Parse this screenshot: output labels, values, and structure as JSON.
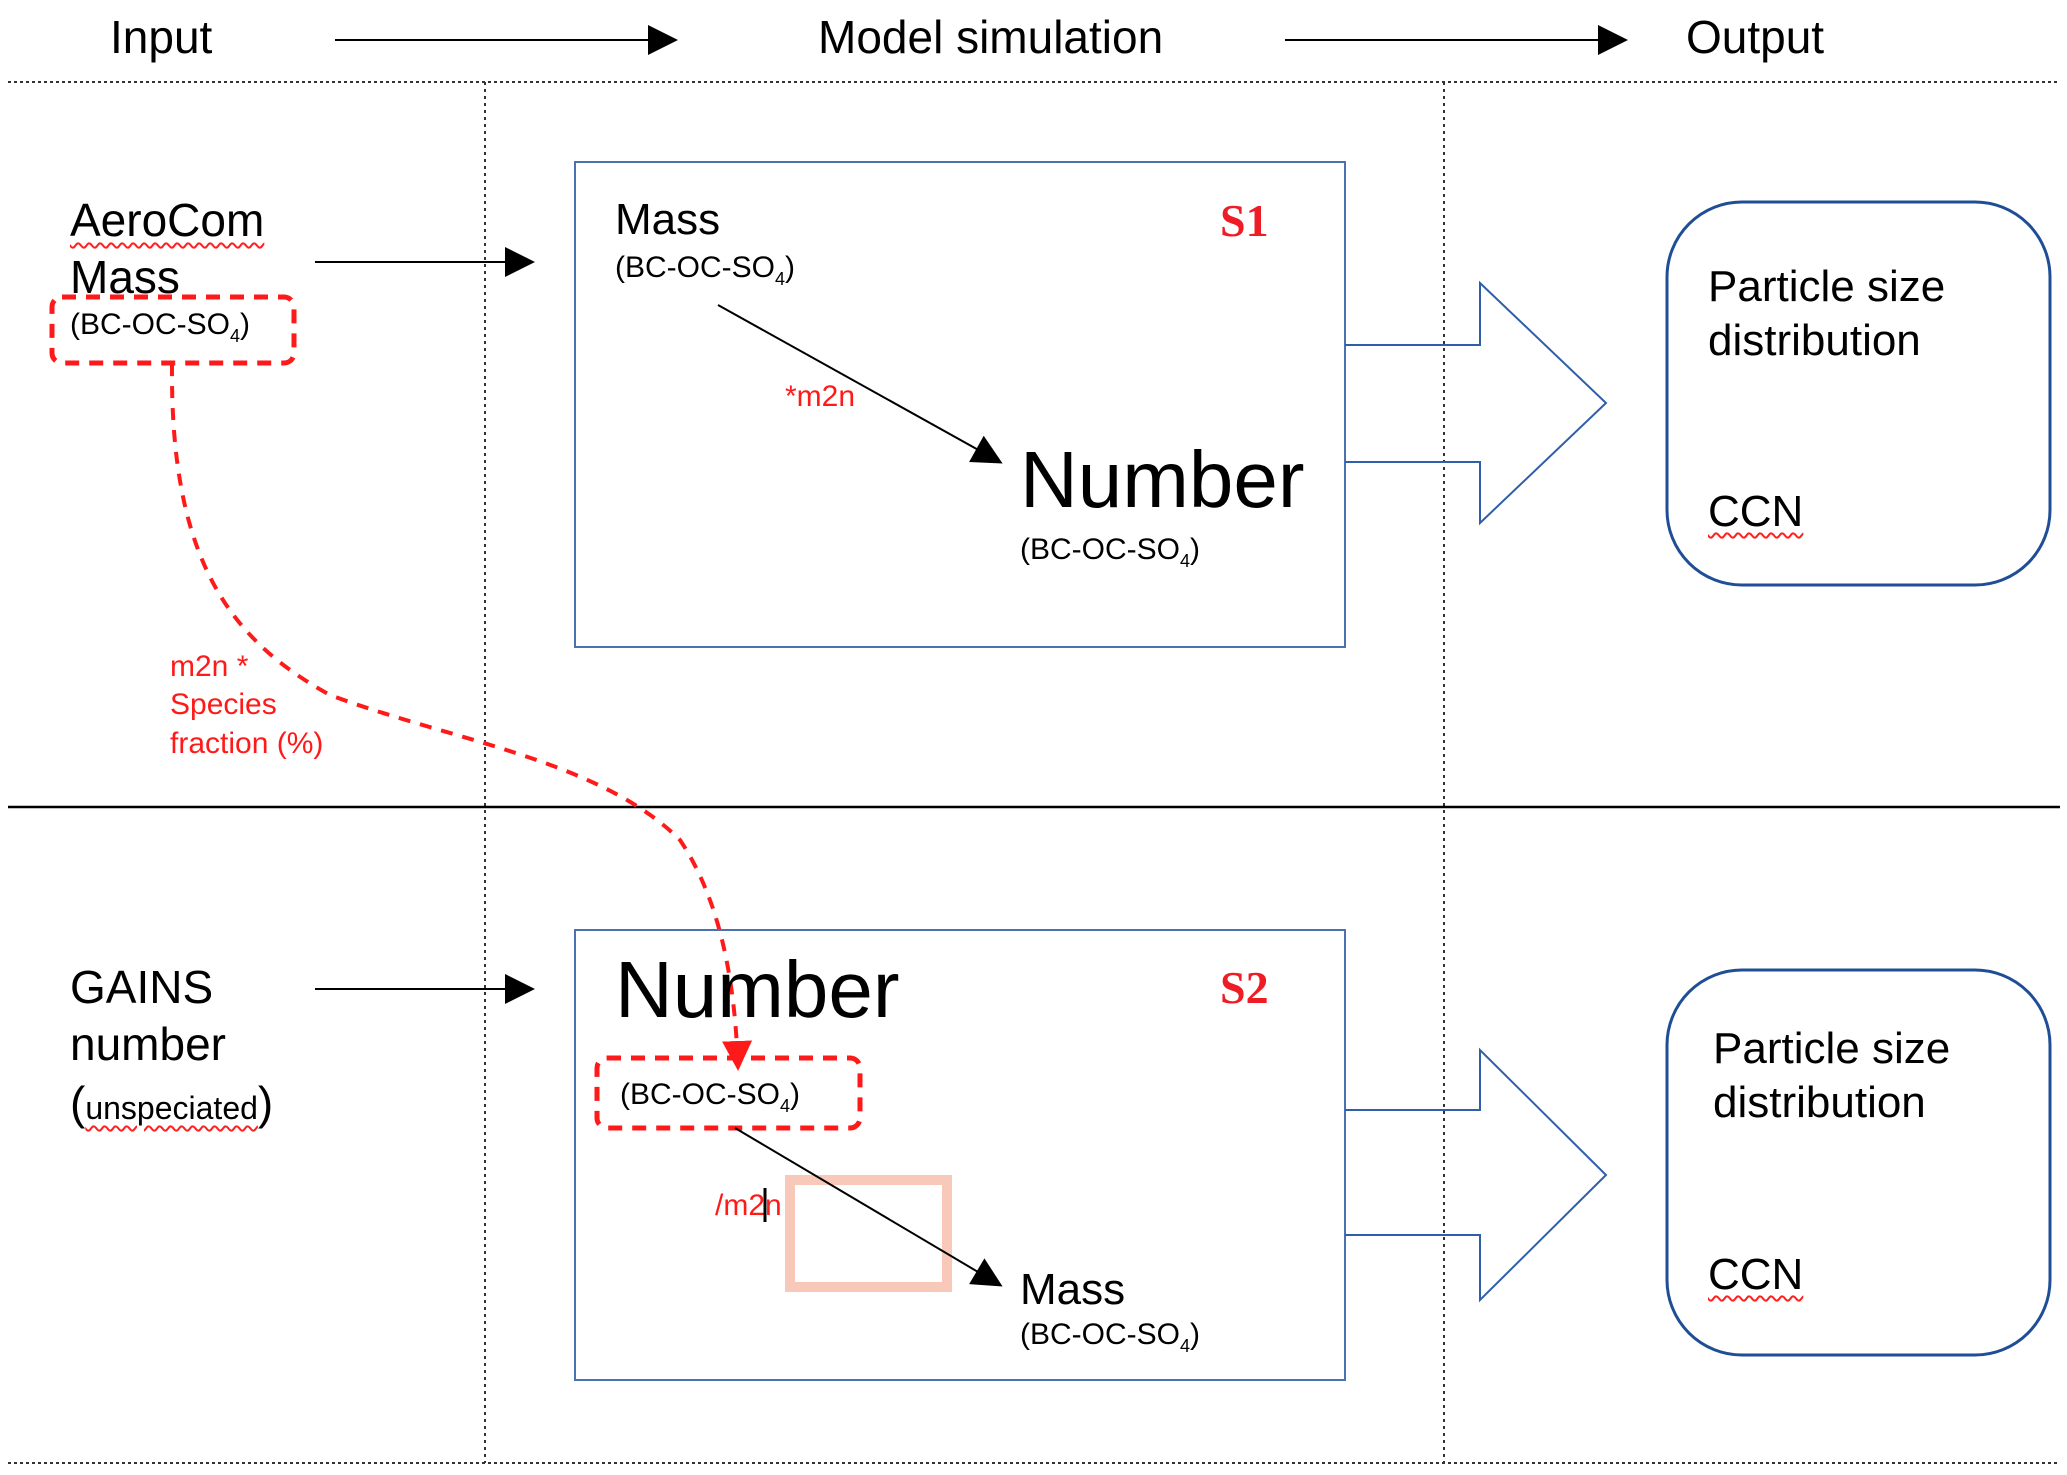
{
  "header": {
    "input": "Input",
    "model_simulation": "Model simulation",
    "output": "Output"
  },
  "scenario1": {
    "input_source": "AeroCom",
    "input_type": "Mass",
    "input_species": "(BC-OC-SO",
    "input_species_sub": "4",
    "input_species_close": ")",
    "badge": "S1",
    "from_label": "Mass",
    "from_species": "(BC-OC-SO",
    "from_species_sub": "4",
    "from_species_close": ")",
    "conversion": "*m2n",
    "to_label": "Number",
    "to_species": "(BC-OC-SO",
    "to_species_sub": "4",
    "to_species_close": ")",
    "output_line1": "Particle size",
    "output_line2": "distribution",
    "output_ccn": "CCN"
  },
  "cross_link": {
    "line1": "m2n *",
    "line2": "Species",
    "line3": "fraction (%)"
  },
  "scenario2": {
    "input_source": "GAINS",
    "input_type": "number",
    "input_paren_open": "(",
    "input_note": "unspeciated",
    "input_paren_close": ")",
    "badge": "S2",
    "from_label": "Number",
    "from_species": "(BC-OC-SO",
    "from_species_sub": "4",
    "from_species_close": ")",
    "conversion": "/m2n",
    "to_label": "Mass",
    "to_species": "(BC-OC-SO",
    "to_species_sub": "4",
    "to_species_close": ")",
    "output_line1": "Particle size",
    "output_line2": "distribution",
    "output_ccn": "CCN"
  },
  "colors": {
    "box_border": "#4a72b0",
    "output_border": "#1f4e96",
    "highlight_red": "#ff1a1a",
    "badge_red": "#ee1c24",
    "edit_box": "#f8c9b8"
  }
}
